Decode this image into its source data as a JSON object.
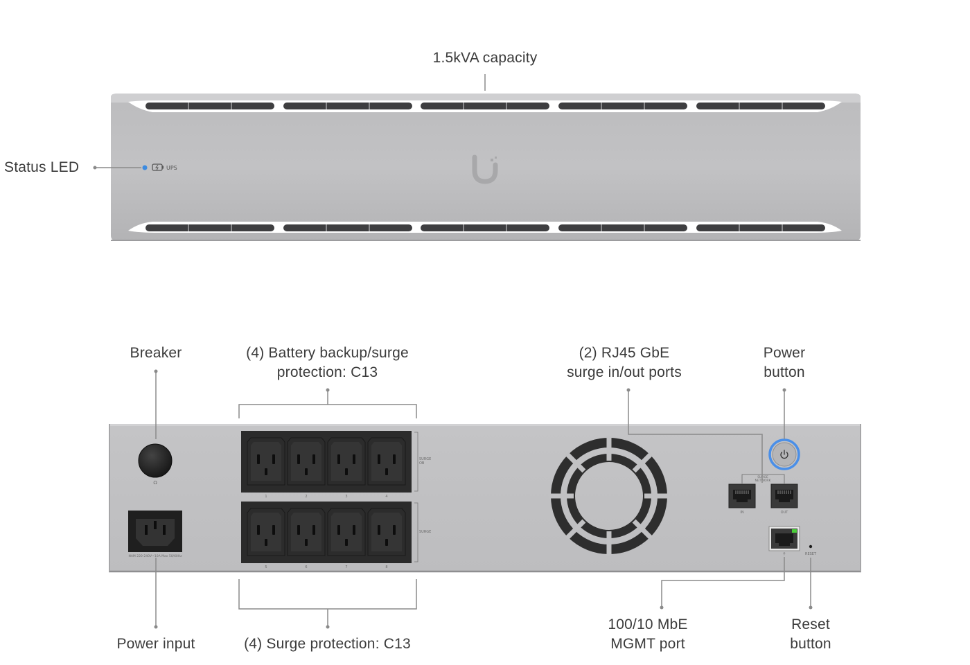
{
  "front": {
    "capacity_label": "1.5kVA capacity",
    "status_led_label": "Status LED",
    "ups_badge_text": "UPS",
    "led_color": "#3d8be0"
  },
  "rear": {
    "breaker_label": "Breaker",
    "battery_outlets_label": [
      "(4) Battery backup/surge",
      "protection: C13"
    ],
    "rj45_ports_label": [
      "(2) RJ45 GbE",
      "surge in/out ports"
    ],
    "power_button_label": [
      "Power",
      "button"
    ],
    "power_input_label": "Power input",
    "surge_outlets_label": "(4) Surge protection: C13",
    "mgmt_port_label": [
      "100/10 MbE",
      "MGMT port"
    ],
    "reset_button_label": [
      "Reset",
      "button"
    ],
    "outlet_group_top_tag": [
      "SURGE",
      "OB"
    ],
    "outlet_group_bottom_tag": "SURGE",
    "outlet_numbers_top": [
      "1",
      "2",
      "3",
      "4"
    ],
    "outlet_numbers_bottom": [
      "5",
      "6",
      "7",
      "8"
    ],
    "surge_network_tag": [
      "SURGE",
      "NETWORK"
    ],
    "port_in_tag": "IN",
    "port_out_tag": "OUT",
    "mgmt_tag": "⚲",
    "reset_tag": "RESET",
    "breaker_tag": "Ω",
    "power_input_rating": "NAM 220-240V~10A Max 50/60Hz",
    "power_ring_color": "#4a8fe8",
    "mgmt_led_color": "#4ccf3a"
  }
}
